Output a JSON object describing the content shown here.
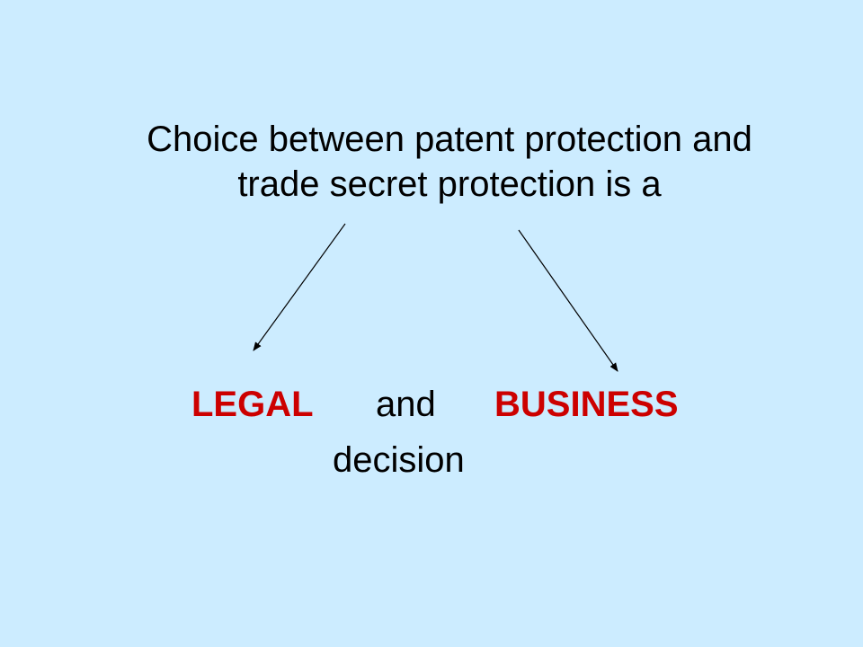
{
  "slide": {
    "background": "#CCECFF",
    "text_color": "#000000",
    "highlight_color": "#CC0000",
    "title_lines": [
      "Choice between patent protection and",
      "trade secret protection is a"
    ],
    "word_legal": "LEGAL",
    "word_and": "and",
    "word_business": "BUSINESS",
    "word_decision": "decision"
  }
}
